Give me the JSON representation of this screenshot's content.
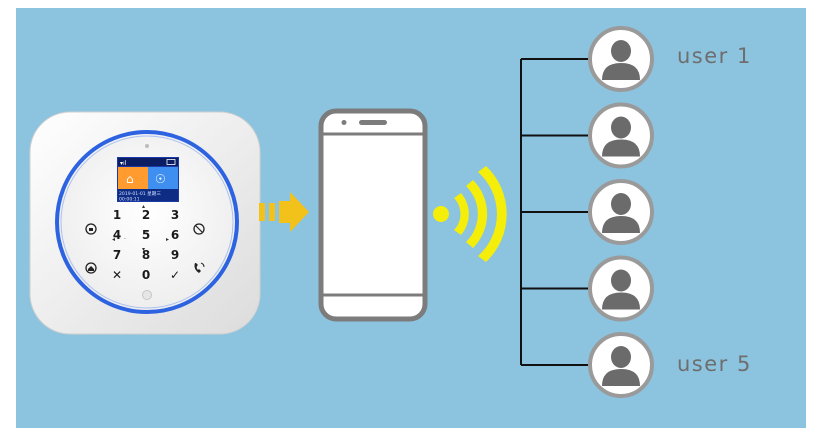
{
  "colors": {
    "background": "#8cc4df",
    "arrow": "#f3c21a",
    "signal": "#f4ee0a",
    "tree_line": "#111111",
    "avatar_ring": "#9a9a9a",
    "avatar_person": "#6b6b6b",
    "phone_outline": "#7c7c7c",
    "keypad_ring": "#2d63e0"
  },
  "keypad": {
    "screen": {
      "date_line": "2019-01-01 星期三",
      "time_line": "00:00:11"
    },
    "keys": [
      "1",
      "2",
      "3",
      "4",
      "5",
      "6",
      "7",
      "8",
      "9",
      "✕",
      "0",
      "✓"
    ],
    "side_icons": [
      "arm-away-icon",
      "disarm-icon",
      "arm-home-icon",
      "call-icon"
    ]
  },
  "icons": [
    "arrow-right-icon",
    "phone-icon",
    "wireless-signal-icon",
    "user-avatar-icon"
  ],
  "users": {
    "count": 5,
    "labels": [
      "user 1",
      "",
      "",
      "",
      "user 5"
    ]
  }
}
